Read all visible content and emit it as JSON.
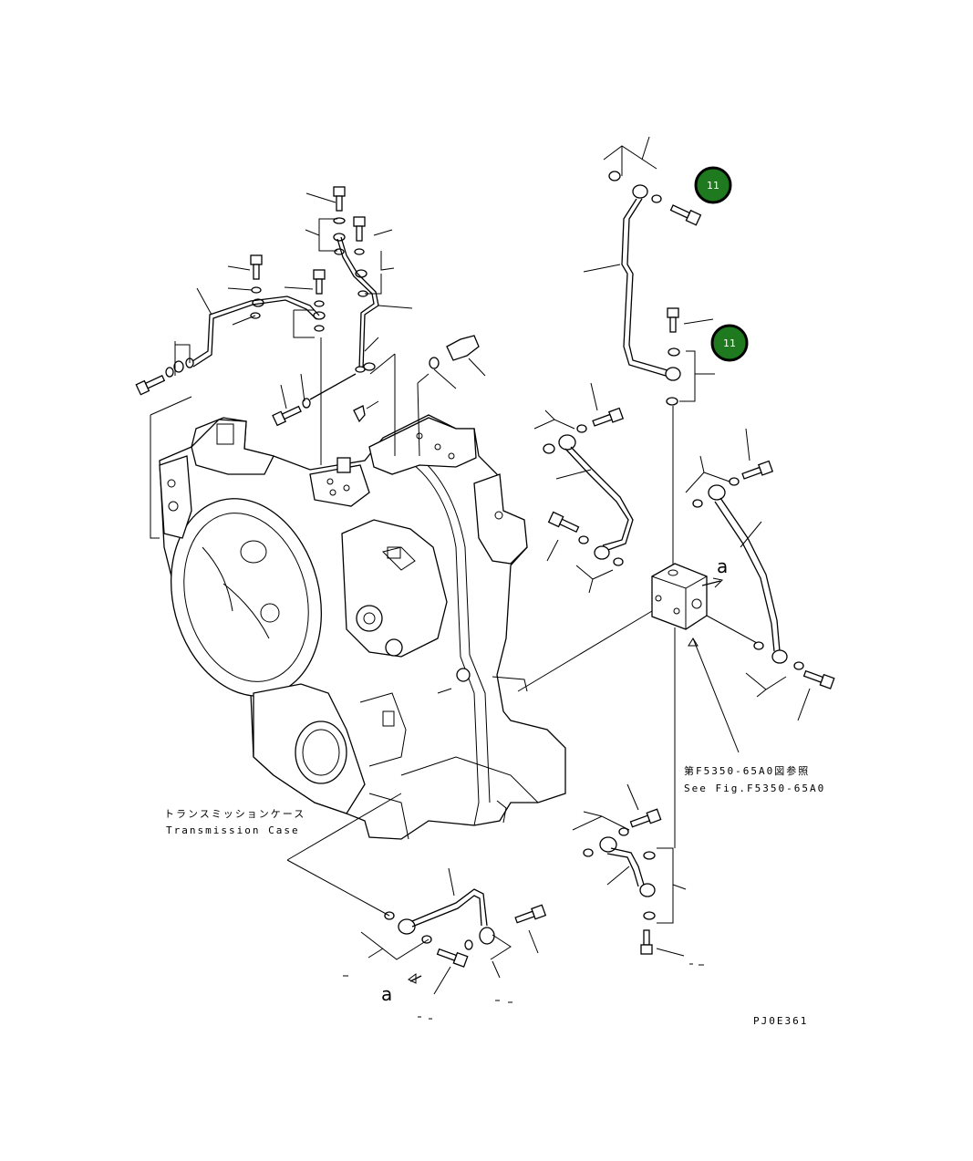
{
  "labels": {
    "case_jp": "トランスミッションケース",
    "case_en": "Transmission Case",
    "ref_jp": "第F5350-65A0図参照",
    "ref_en": "See Fig.F5350-65A0",
    "view_a_top": "a",
    "view_a_bottom": "a",
    "drawing_no": "PJ0E361"
  },
  "callouts": [
    {
      "number": "11",
      "color": "#1f7a1f"
    },
    {
      "number": "11",
      "color": "#1f7a1f"
    }
  ]
}
